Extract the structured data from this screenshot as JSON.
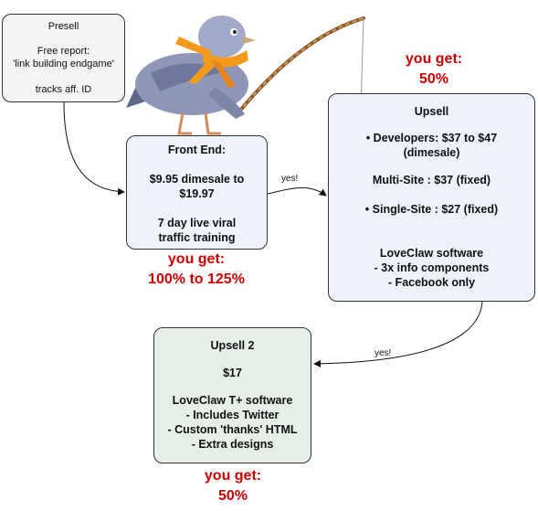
{
  "presell": {
    "title": "Presell",
    "line1": "Free report:",
    "line2": "'link building endgame'",
    "line3": "tracks aff. ID"
  },
  "front_end": {
    "title": "Front End:",
    "price_line1": "$9.95 dimesale to",
    "price_line2": "$19.97",
    "desc_line1": "7 day live viral",
    "desc_line2": "traffic training",
    "you_get": "you get:",
    "commission": "100% to 125%"
  },
  "upsell": {
    "title": "Upsell",
    "developers_line1": "• Developers:  $37 to $47",
    "developers_line2": "(dimesale)",
    "multi_site": "Multi-Site : $37 (fixed)",
    "single_site": "• Single-Site : $27 (fixed)",
    "software": "LoveClaw software",
    "item1": "- 3x info components",
    "item2": "- Facebook only",
    "you_get": "you get:",
    "commission": "50%"
  },
  "upsell2": {
    "title": "Upsell 2",
    "price": "$17",
    "software": "LoveClaw T+ software",
    "item1": "- Includes Twitter",
    "item2": "- Custom 'thanks' HTML",
    "item3": "- Extra designs",
    "you_get": "you get:",
    "commission": "50%"
  },
  "edges": {
    "frontend_to_upsell": "yes!",
    "upsell_to_upsell2": "yes!"
  },
  "illustration": {
    "name": "pigeon-fishing-icon",
    "colors": {
      "pigeon": "#8f96b8",
      "scarf": "#f39a1d",
      "rod": "#b87a3e"
    }
  }
}
